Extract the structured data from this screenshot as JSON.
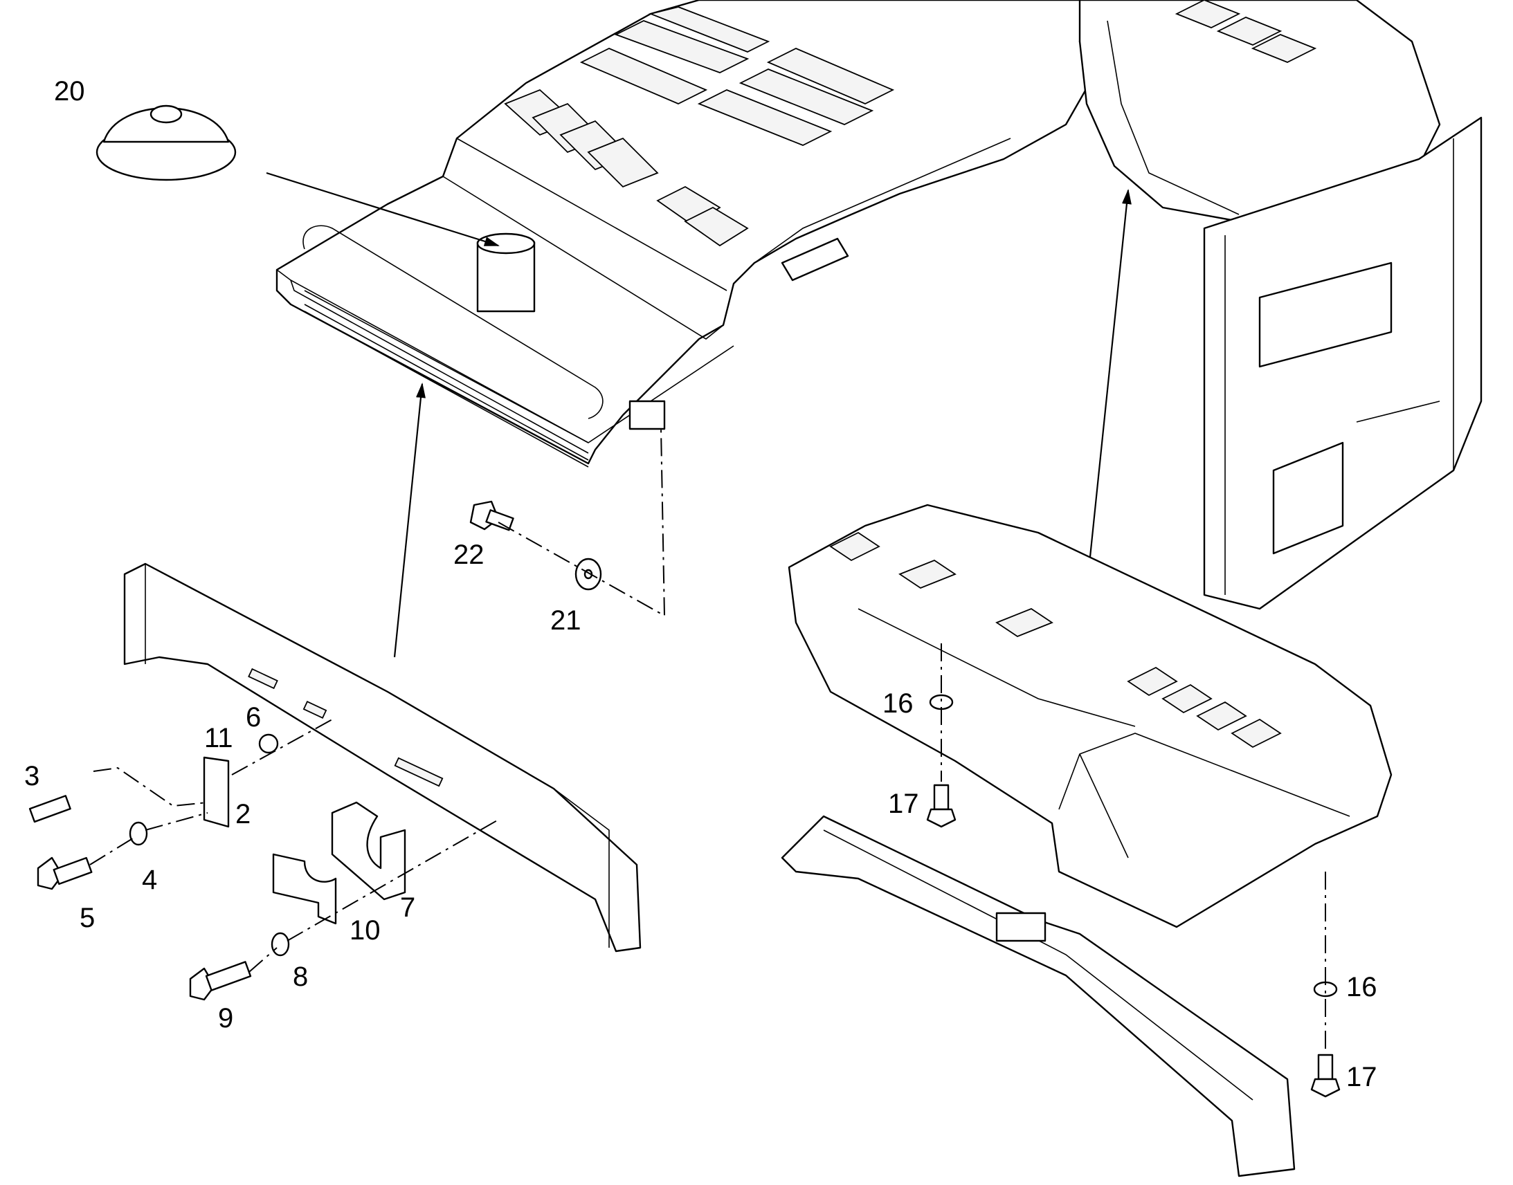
{
  "diagram": {
    "callouts": [
      "20",
      "22",
      "21",
      "11",
      "6",
      "3",
      "2",
      "4",
      "5",
      "7",
      "10",
      "8",
      "9",
      "16",
      "17",
      "16",
      "17"
    ]
  }
}
